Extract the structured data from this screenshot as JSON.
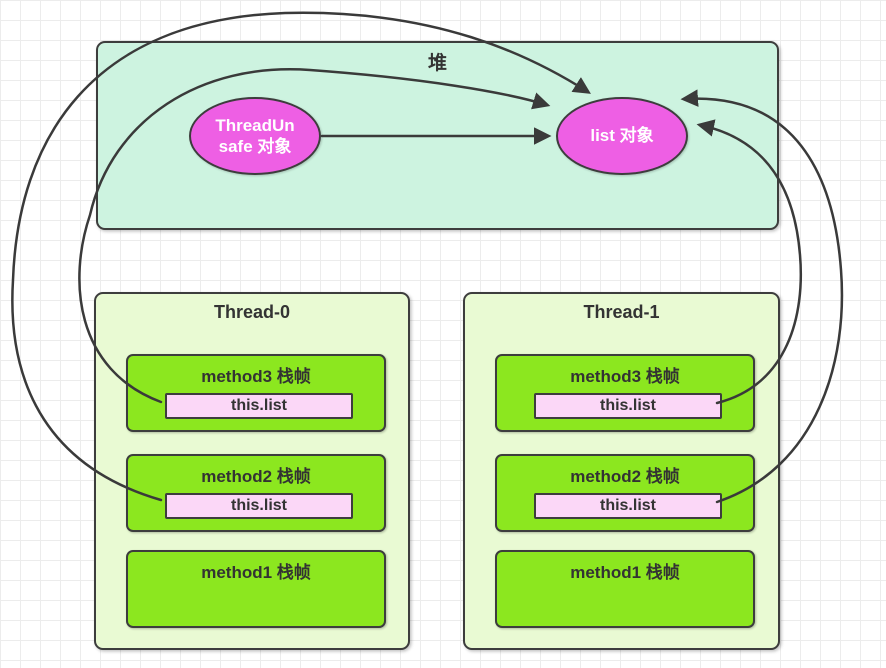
{
  "heap": {
    "label": "堆"
  },
  "objects": {
    "threadunsafe": {
      "label": "ThreadUn\nsafe 对象"
    },
    "list": {
      "label": "list 对象"
    }
  },
  "threads": [
    {
      "title": "Thread-0",
      "frames": [
        {
          "label": "method3 栈帧",
          "ref": "this.list"
        },
        {
          "label": "method2 栈帧",
          "ref": "this.list"
        },
        {
          "label": "method1 栈帧"
        }
      ]
    },
    {
      "title": "Thread-1",
      "frames": [
        {
          "label": "method3 栈帧",
          "ref": "this.list"
        },
        {
          "label": "method2 栈帧",
          "ref": "this.list"
        },
        {
          "label": "method1 栈帧"
        }
      ]
    }
  ],
  "colors": {
    "canvas_bg": "#ffffff",
    "grid_line": "#ececec",
    "line": "#3a3a3a",
    "text_dark": "#333333",
    "heap_fill": "#cdf3e0",
    "thread_fill": "#e9fad3",
    "frame_fill": "#8ce71f",
    "ref_fill": "#fbd7f7",
    "object_fill": "#ee5fe4",
    "object_text": "#ffffff",
    "border": "#3d3d3d"
  }
}
